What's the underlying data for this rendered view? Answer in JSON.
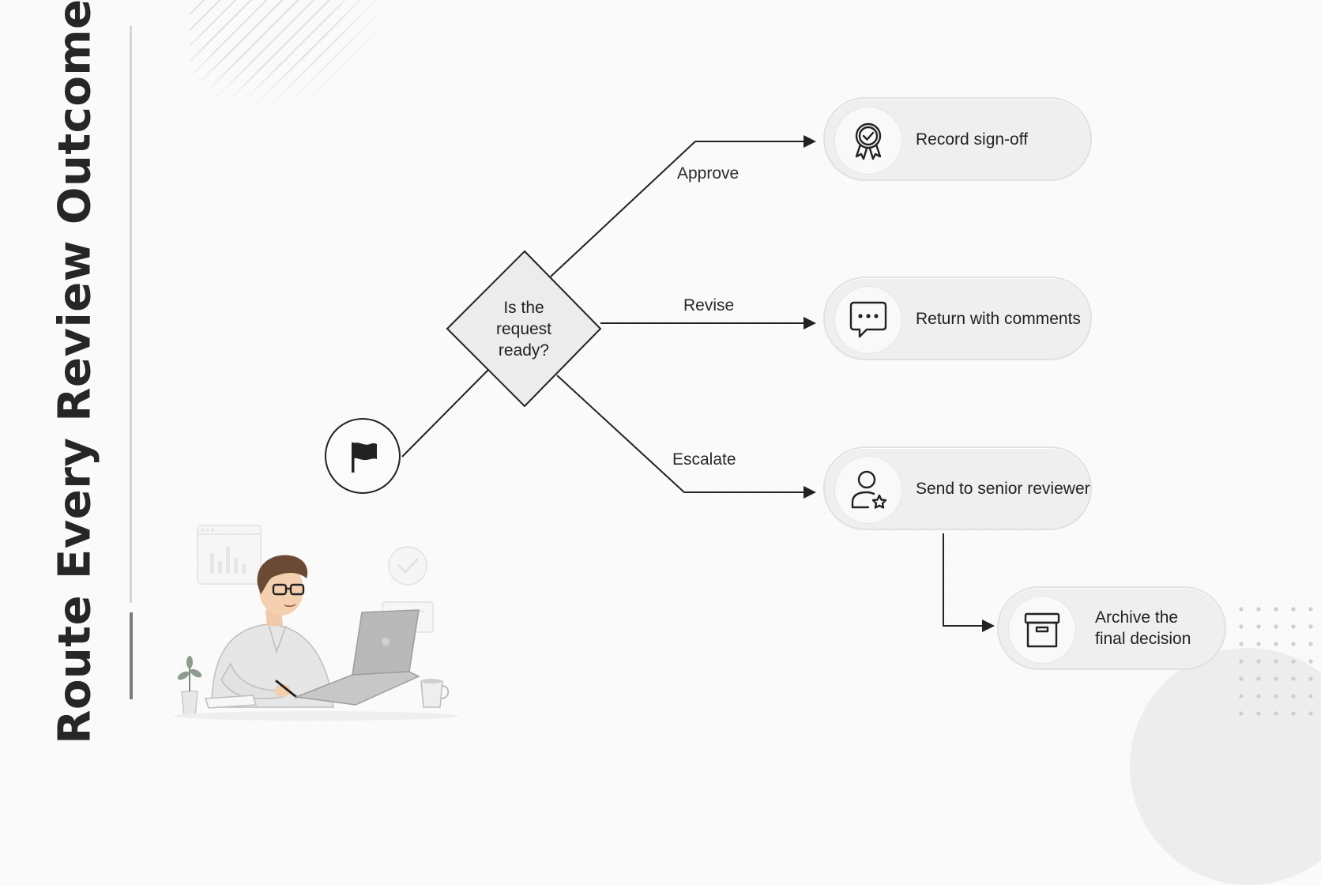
{
  "title": "Route Every Review Outcome",
  "decision": {
    "text_lines": [
      "Is the",
      "request",
      "ready?"
    ]
  },
  "start": {
    "icon": "flag-icon"
  },
  "branches": [
    {
      "label": "Approve"
    },
    {
      "label": "Revise"
    },
    {
      "label": "Escalate"
    }
  ],
  "outcomes": [
    {
      "label": "Record sign-off",
      "icon": "award-badge-icon"
    },
    {
      "label": "Return with comments",
      "icon": "speech-bubble-icon"
    },
    {
      "label": "Send to senior reviewer",
      "icon": "user-star-icon"
    },
    {
      "label_lines": [
        "Archive the",
        "final decision"
      ],
      "icon": "archive-box-icon"
    }
  ],
  "colors": {
    "line": "#222222",
    "pill_bg": "#efefef",
    "diamond_fill": "#ececec",
    "title": "#262626"
  }
}
